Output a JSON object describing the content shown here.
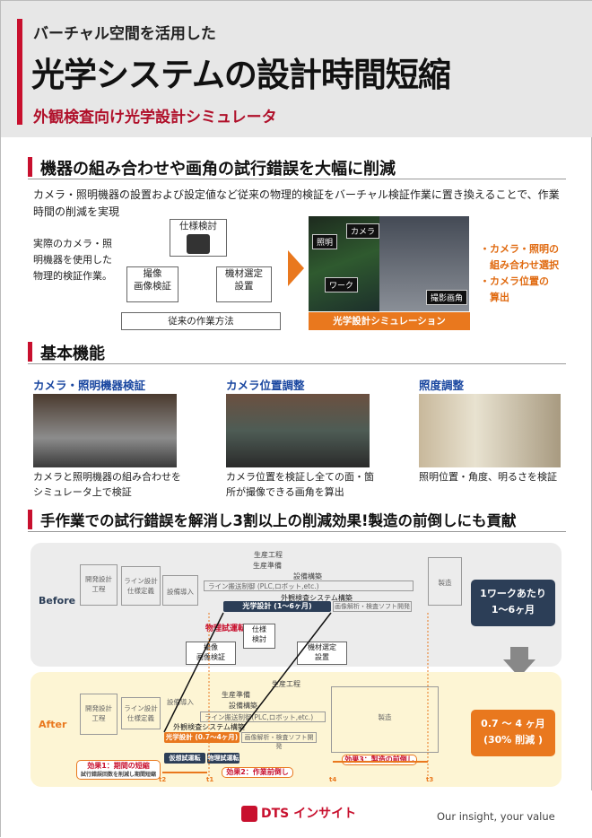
{
  "header": {
    "pre_title": "バーチャル空間を活用した",
    "title": "光学システムの設計時間短縮",
    "subtitle": "外観検査向け光学設計シミュレータ"
  },
  "section1": {
    "heading": "機器の組み合わせや画角の試行錯誤を大幅に削減",
    "body": "カメラ・照明機器の設置および設定値など従来の物理的検証をバーチャル検証作業に置き換えることで、作業時間の削減を実現",
    "left_text": "実際のカメラ・照明機器を使用した物理的検証作業。",
    "flow_top": "仕様検討",
    "flow_left": "撮像\n画像検証",
    "flow_right": "機材選定\n設置",
    "flow_caption": "従来の作業方法",
    "sim_labels": {
      "camera": "カメラ",
      "light": "照明",
      "work": "ワーク",
      "angle": "撮影画角"
    },
    "sim_caption": "光学設計シミュレーション",
    "bullets": [
      "・カメラ・照明の",
      "　組み合わせ選択",
      "・カメラ位置の",
      "　算出"
    ]
  },
  "section2": {
    "heading": "基本機能",
    "features": [
      {
        "title": "カメラ・照明機器検証",
        "caption": "カメラと照明機器の組み合わせをシミュレータ上で検証"
      },
      {
        "title": "カメラ位置調整",
        "caption": "カメラ位置を検証し全ての面・箇所が撮像できる画角を算出"
      },
      {
        "title": "照度調整",
        "caption": "照明位置・角度、明るさを検証"
      }
    ]
  },
  "section3": {
    "heading": "手作業での試行錯誤を解消し3割以上の削減効果!製造の前倒しにも貢献",
    "before": {
      "label": "Before",
      "prod": "生産工程",
      "prep": "生産準備",
      "equip": "設備構築",
      "dev": "開発設計\n工程",
      "line": "ライン設計\n仕様定義",
      "intro": "設備導入",
      "conveyor": "ライン搬送制御 (PLC,ロボット,etc.)",
      "inspection": "外観検査システム構築",
      "optical": "光学設計 (1〜6ヶ月)",
      "image": "画像解析・検査ソフト開発",
      "mfg": "製造",
      "result_line1": "1ワークあたり",
      "result_line2": "1〜6ヶ月",
      "physical": "物理試運転",
      "spec": "仕様\n検討",
      "capture": "撮像\n画像検証",
      "select": "機材選定\n設置"
    },
    "after": {
      "label": "After",
      "prod": "生産工程",
      "prep": "生産準備",
      "equip": "設備構築",
      "dev": "開発設計\n工程",
      "line": "ライン設計\n仕様定義",
      "intro": "設備導入",
      "conveyor": "ライン搬送制御(PLC,ロボット,etc.)",
      "inspection": "外観検査システム構築",
      "optical": "光学設計 (0.7〜4ヶ月)",
      "image": "画像解析・検査ソフト開発",
      "mfg": "製造",
      "result_line1": "0.7 〜 4 ヶ月",
      "result_line2": "(30% 削減 )",
      "virtual": "仮想試運転",
      "phys": "物理試運転",
      "effect1": "効果1：期間の短縮",
      "effect1b": "試行錯誤回数を削減し期間短縮",
      "effect2": "効果2：作業前倒し",
      "effect3": "効果3：製造の前倒し",
      "t2": "t2",
      "t1": "t1",
      "t4": "t4",
      "t3": "t3"
    }
  },
  "footer": {
    "logo": "DTS インサイト",
    "slogan": "Our insight, your value"
  },
  "colors": {
    "brand_red": "#c8102e",
    "orange": "#e9781e",
    "navy": "#2c3e57"
  }
}
